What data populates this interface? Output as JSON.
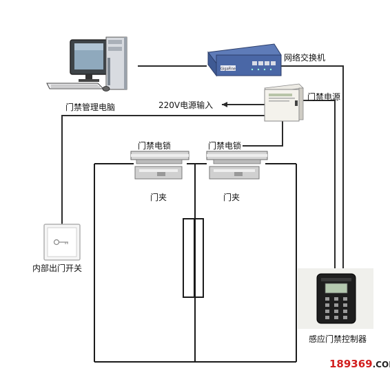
{
  "labels": {
    "computer": "门禁管理电脑",
    "switch": "网络交换机",
    "power_supply": "门禁电源",
    "power_input": "220V电源输入",
    "lock_left": "门禁电锁",
    "lock_right": "门禁电锁",
    "clamp_left": "门夹",
    "clamp_right": "门夹",
    "exit_switch": "内部出门开关",
    "controller": "感应门禁控制器"
  },
  "devices": {
    "switch_brand_text": "GigaFine"
  },
  "watermark": {
    "number": "189369",
    "domain": ".COM"
  }
}
